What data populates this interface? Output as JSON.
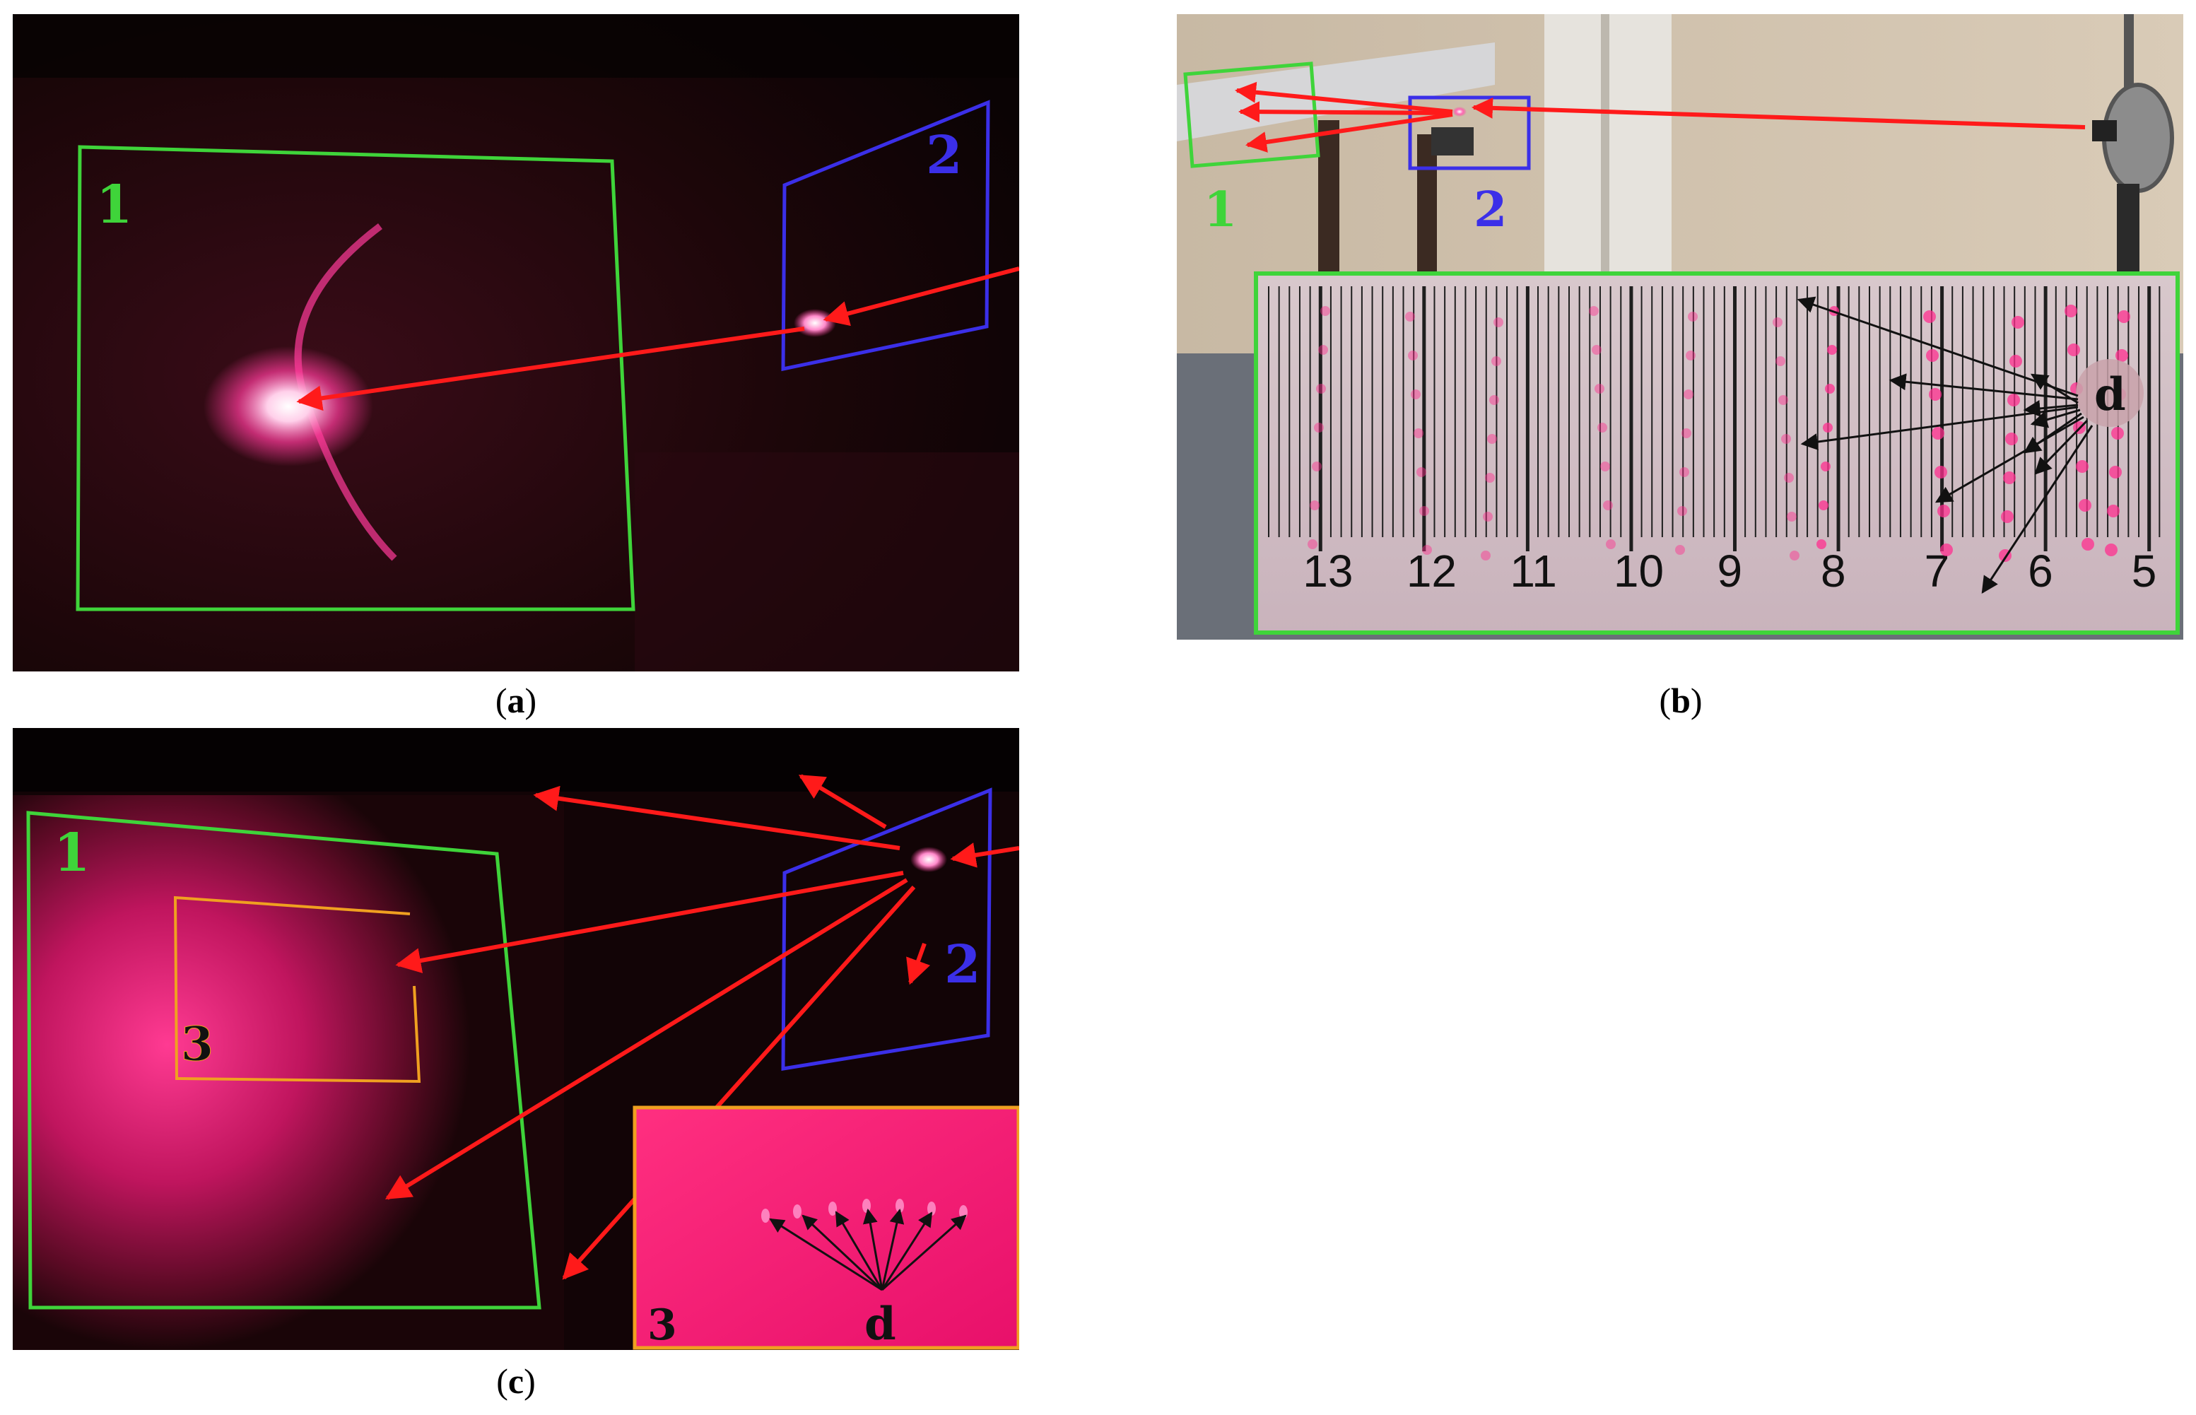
{
  "colors": {
    "frame1": "#3fd43a",
    "frame2": "#3b2fe8",
    "frame3": "#f0a020",
    "laser": "#ff1a1a",
    "glow": "#ff3a9a",
    "dark": "#140608",
    "annot_arrow": "#111111"
  },
  "panel_a": {
    "caption_open": "(",
    "caption_letter": "a",
    "caption_close": ")",
    "label_screen": "1",
    "label_sample": "2"
  },
  "panel_b": {
    "caption_open": "(",
    "caption_letter": "b",
    "caption_close": ")",
    "label_screen": "1",
    "label_sample": "2",
    "label_spots": "d",
    "ruler_numbers": [
      "13",
      "12",
      "11",
      "10",
      "9",
      "8",
      "7",
      "6",
      "5"
    ]
  },
  "panel_c": {
    "caption_open": "(",
    "caption_letter": "c",
    "caption_close": ")",
    "label_screen": "1",
    "label_sample": "2",
    "label_region": "3",
    "inset_label_region": "3",
    "label_spots": "d"
  }
}
